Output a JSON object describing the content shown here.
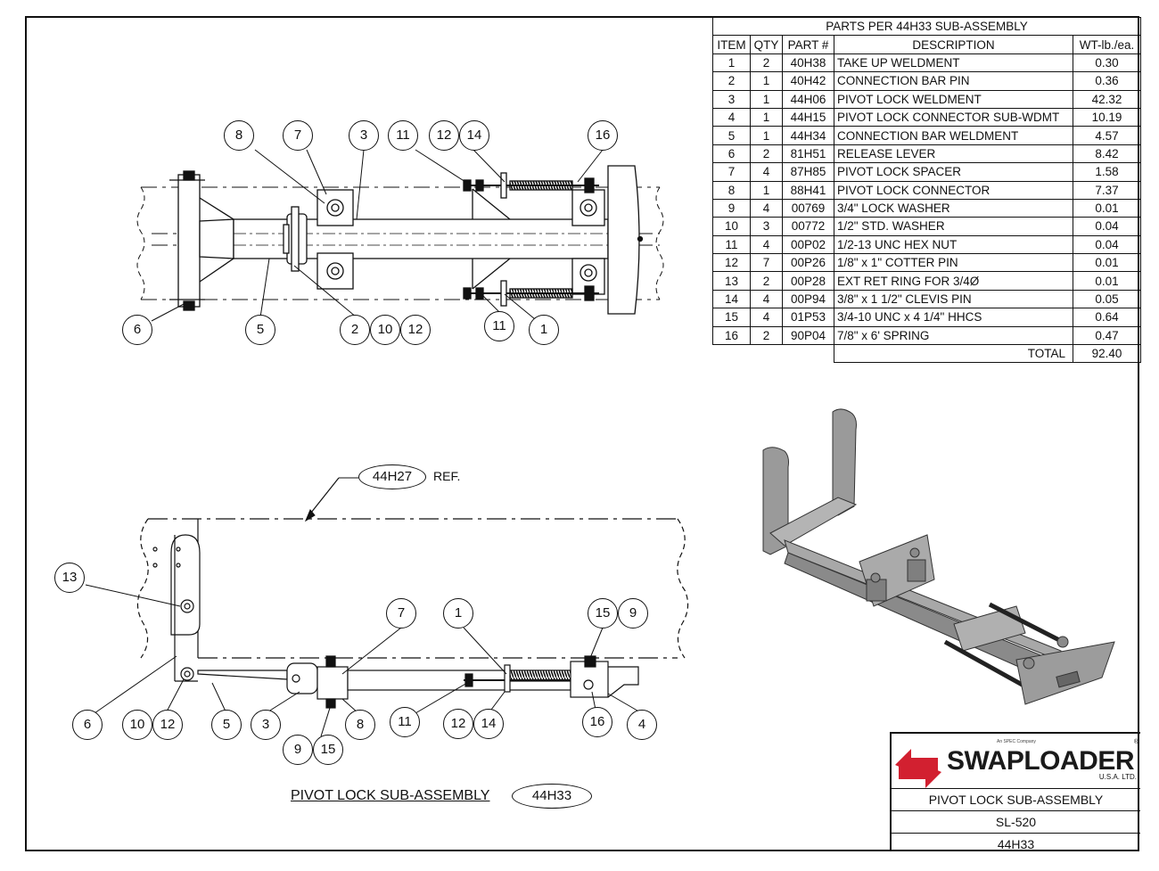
{
  "table": {
    "title": "PARTS PER 44H33 SUB-ASSEMBLY",
    "headers": [
      "ITEM",
      "QTY",
      "PART #",
      "DESCRIPTION",
      "WT-lb./ea."
    ],
    "rows": [
      [
        "1",
        "2",
        "40H38",
        "TAKE UP WELDMENT",
        "0.30"
      ],
      [
        "2",
        "1",
        "40H42",
        "CONNECTION BAR PIN",
        "0.36"
      ],
      [
        "3",
        "1",
        "44H06",
        "PIVOT LOCK WELDMENT",
        "42.32"
      ],
      [
        "4",
        "1",
        "44H15",
        "PIVOT LOCK CONNECTOR SUB-WDMT",
        "10.19"
      ],
      [
        "5",
        "1",
        "44H34",
        "CONNECTION BAR WELDMENT",
        "4.57"
      ],
      [
        "6",
        "2",
        "81H51",
        "RELEASE LEVER",
        "8.42"
      ],
      [
        "7",
        "4",
        "87H85",
        "PIVOT LOCK SPACER",
        "1.58"
      ],
      [
        "8",
        "1",
        "88H41",
        "PIVOT LOCK CONNECTOR",
        "7.37"
      ],
      [
        "9",
        "4",
        "00769",
        "3/4\" LOCK WASHER",
        "0.01"
      ],
      [
        "10",
        "3",
        "00772",
        "1/2\" STD. WASHER",
        "0.04"
      ],
      [
        "11",
        "4",
        "00P02",
        "1/2-13 UNC HEX NUT",
        "0.04"
      ],
      [
        "12",
        "7",
        "00P26",
        "1/8\" x 1\" COTTER PIN",
        "0.01"
      ],
      [
        "13",
        "2",
        "00P28",
        "EXT RET RING FOR 3/4Ø",
        "0.01"
      ],
      [
        "14",
        "4",
        "00P94",
        "3/8\" x 1 1/2\" CLEVIS PIN",
        "0.05"
      ],
      [
        "15",
        "4",
        "01P53",
        "3/4-10 UNC x 4 1/4\" HHCS",
        "0.64"
      ],
      [
        "16",
        "2",
        "90P04",
        "7/8\" x 6' SPRING",
        "0.47"
      ]
    ],
    "total_label": "TOTAL",
    "total_value": "92.40"
  },
  "top_view": {
    "callouts": [
      "8",
      "7",
      "3",
      "11",
      "12",
      "14",
      "16",
      "6",
      "5",
      "2",
      "10",
      "12",
      "11",
      "1"
    ]
  },
  "side_view": {
    "ref_label": "44H27",
    "ref_suffix": "REF.",
    "callouts": [
      "13",
      "7",
      "1",
      "15",
      "9",
      "6",
      "10",
      "12",
      "5",
      "3",
      "9",
      "15",
      "8",
      "11",
      "12",
      "14",
      "16",
      "4"
    ],
    "caption": "PIVOT LOCK SUB-ASSEMBLY",
    "caption_part": "44H33"
  },
  "title_block": {
    "logo_name": "SWAPLOADER",
    "logo_sub": "U.S.A. LTD.",
    "logo_tag": "An SPEC Company",
    "logo_reg": "®",
    "title": "PIVOT LOCK SUB-ASSEMBLY",
    "drawing_no": "SL-520",
    "part_no": "44H33"
  },
  "colors": {
    "ink": "#111111",
    "logo_red": "#d22030",
    "iso_steel": "#9a9a9a"
  }
}
